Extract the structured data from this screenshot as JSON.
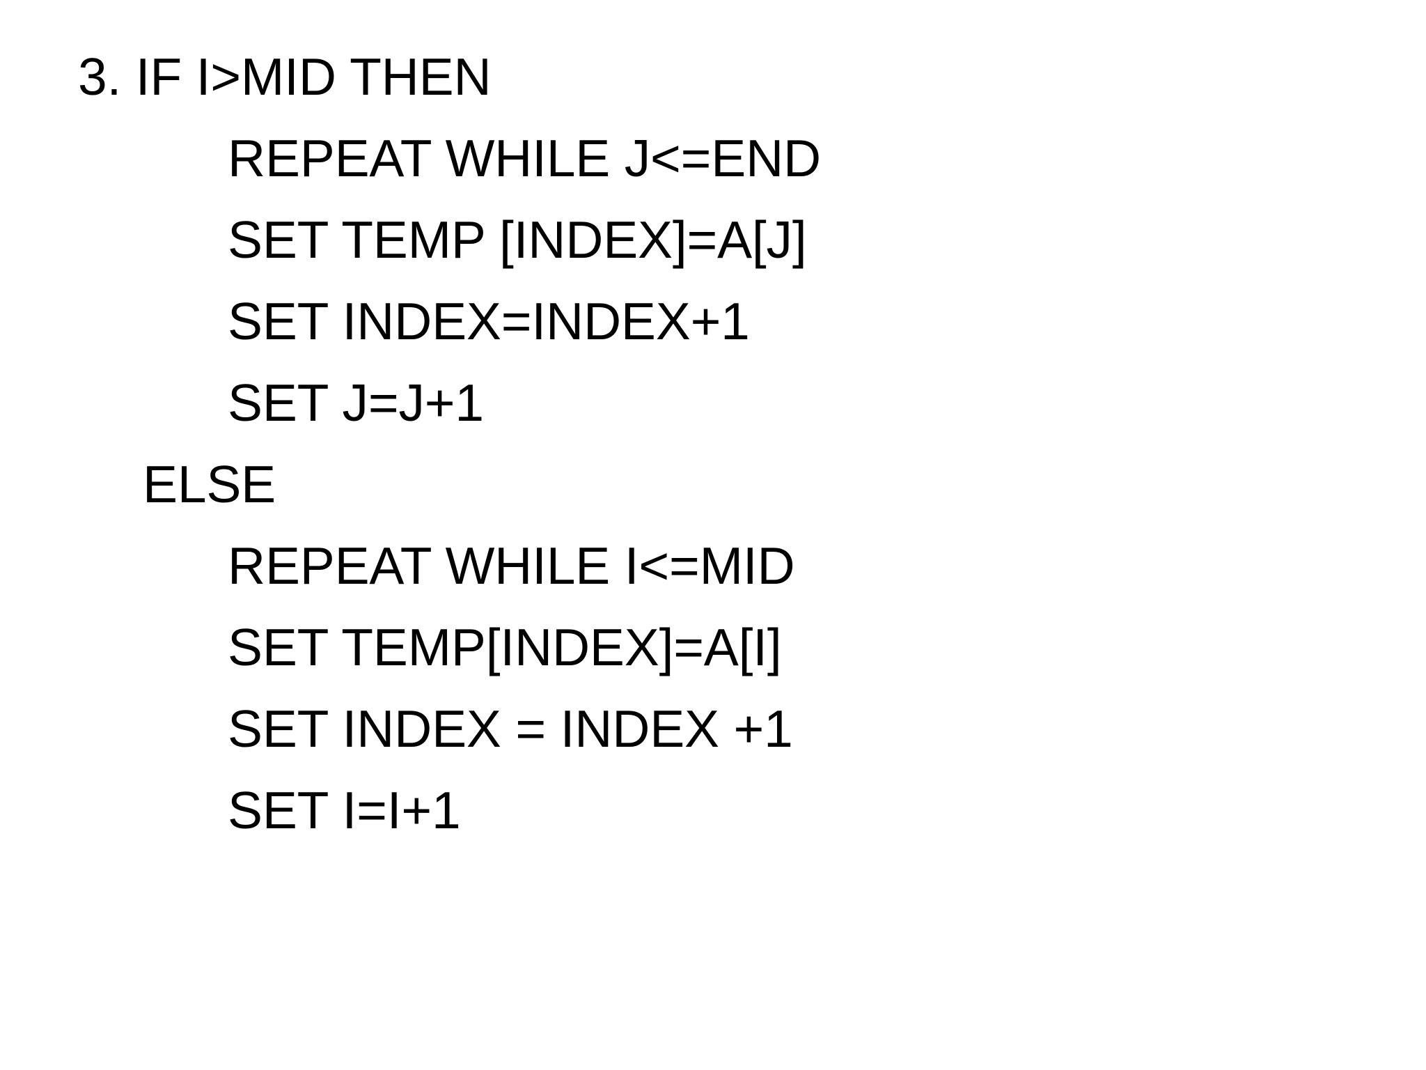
{
  "slide": {
    "background_color": "#ffffff",
    "text_color": "#000000",
    "lines": [
      {
        "text": "3. IF I>MID THEN",
        "indent": 0
      },
      {
        "text": "REPEAT WHILE J<=END",
        "indent": 2
      },
      {
        "text": "SET TEMP [INDEX]=A[J]",
        "indent": 2
      },
      {
        "text": "SET INDEX=INDEX+1",
        "indent": 2
      },
      {
        "text": "SET J=J+1",
        "indent": 2
      },
      {
        "text": "ELSE",
        "indent": 1
      },
      {
        "text": "REPEAT WHILE I<=MID",
        "indent": 2
      },
      {
        "text": "SET TEMP[INDEX]=A[I]",
        "indent": 2
      },
      {
        "text": "SET INDEX = INDEX +1",
        "indent": 2
      },
      {
        "text": "SET I=I+1",
        "indent": 2
      }
    ]
  }
}
